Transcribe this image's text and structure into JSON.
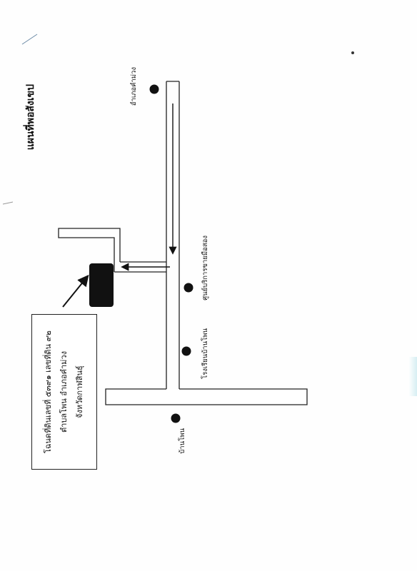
{
  "map": {
    "title": "แผนที่พอสังเขป",
    "places": {
      "amphoe": "อำเภอคำม่วง",
      "service_center": "ศูนย์บริการขายมือสอง",
      "school": "โรงเรียนบ้านโพน",
      "village": "บ้านโพน"
    },
    "deed": {
      "line1": "โฉนดที่ดินเลขที่ ๕๓๙๑ เลขที่ดิน ๙๒",
      "line2": "ตำบลโพน อำเภอคำม่วง",
      "line3": "จังหวัดกาฬสินธุ์"
    },
    "colors": {
      "ink": "#111111",
      "road_fill": "#ffffff",
      "parcel": "#111111",
      "paper": "#fefefe"
    }
  }
}
